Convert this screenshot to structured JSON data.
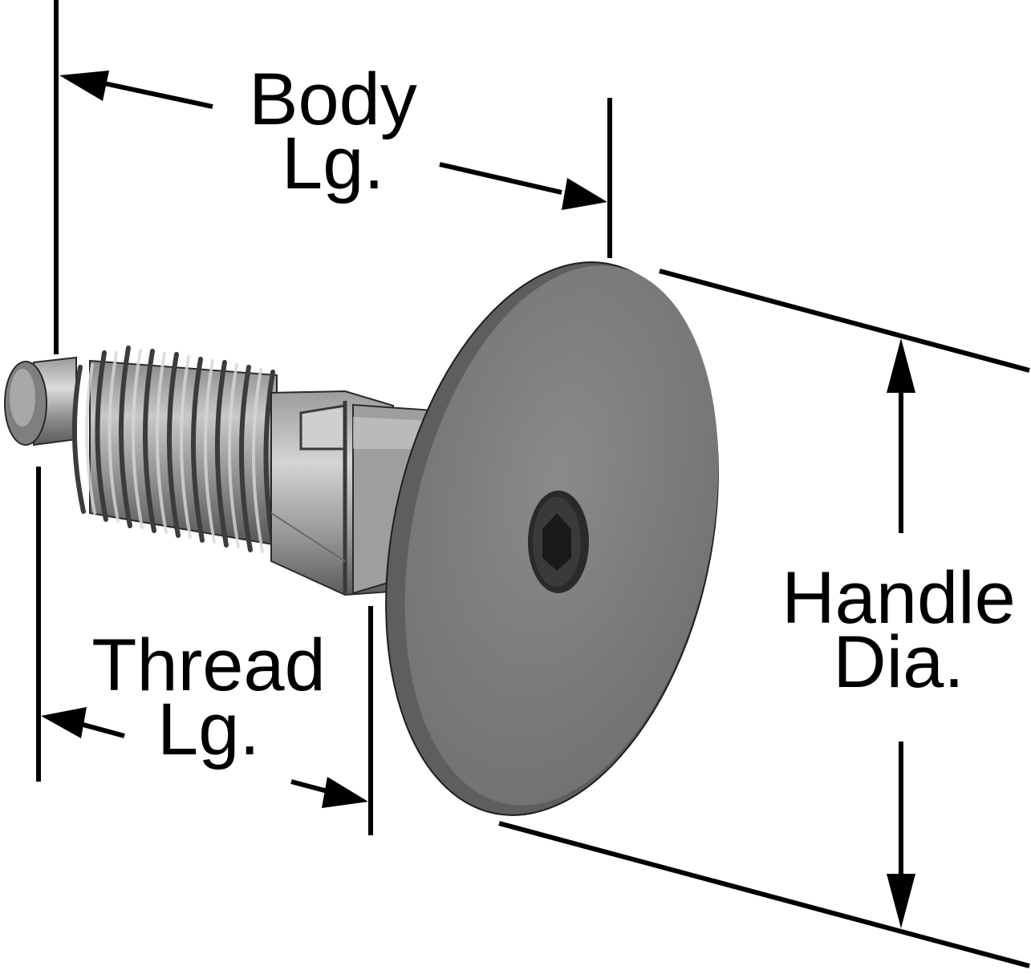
{
  "labels": {
    "body_length": [
      "Body",
      "Lg."
    ],
    "thread_length": [
      "Thread",
      "Lg."
    ],
    "handle_diameter": [
      "Handle",
      "Dia."
    ]
  }
}
